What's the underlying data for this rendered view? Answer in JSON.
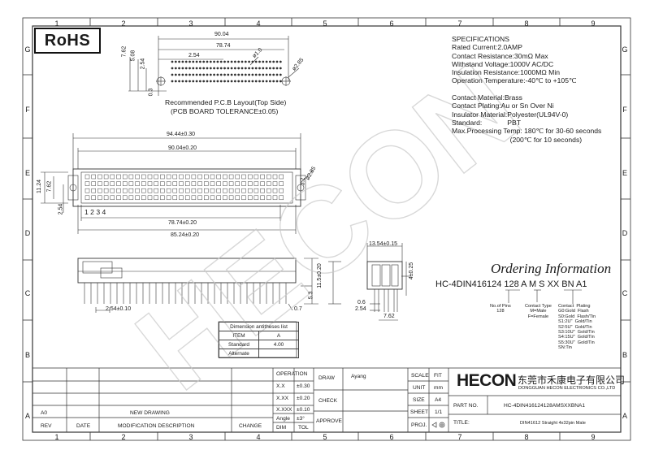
{
  "zones": {
    "columns": [
      "1",
      "2",
      "3",
      "4",
      "5",
      "6",
      "7",
      "8",
      "9"
    ],
    "rows": [
      "G",
      "F",
      "E",
      "D",
      "C",
      "B",
      "A"
    ]
  },
  "rohs_label": "RoHS",
  "watermark": "HECON",
  "specifications": [
    "SPECIFICATIONS",
    "Rated Current:2.0AMP",
    "Contact Resistance:30mΩ Max",
    "Withstand Voltage:1000V AC/DC",
    "Insulation Resistance:1000MΩ Min",
    "Operation Temperature:-40℃ to +105℃",
    "",
    "Contact Material:Brass",
    "Contact Plating:Au or Sn Over Ni",
    "Insulator Material:Polyester(UL94V-0)",
    "Standard:             PBT",
    "Max.Processing Temp: 180℃ for 30-60 seconds",
    "                              (200℃ for 10 seconds)"
  ],
  "pcb_layout": {
    "caption_line1": "Recommended P.C.B Layout(Top Side)",
    "caption_line2": "(PCB BOARD TOLERANCE±0.05)",
    "dim_width_outer": "90.04",
    "dim_width_inner": "78.74",
    "dim_pitch": "2.54",
    "dim_rows_a": "7.62",
    "dim_rows_b": "5.08",
    "dim_rows_c": "2.54",
    "dim_offset": "0.3",
    "dim_hole": "ø1.0",
    "dim_mount": "ø2.85"
  },
  "top_view": {
    "dim_overall": "94.44±0.30",
    "dim_mount_span": "90.04±0.20",
    "dim_height_a": "11.24",
    "dim_height_b": "7.62",
    "dim_offset": "2.54",
    "pin_numbers": "1 2 3 4",
    "dim_mount_hole": "ø2.85",
    "dim_pin_span": "78.74±0.20",
    "dim_body": "85.24±0.20",
    "dim_hole_small": "3.2"
  },
  "side_view": {
    "dim_pitch": "2.54±0.10",
    "dim_height": "11.5±0.20",
    "dim_tail": "5.3",
    "dim_pin": "0.7"
  },
  "end_view": {
    "dim_width": "13.54±0.15",
    "dim_height": "4±0.25",
    "dim_pin": "0.6",
    "dim_pitch": "2.54",
    "dim_row": "7.62"
  },
  "ordering": {
    "title": "Ordering Information",
    "code": "HC-4DIN416124 128 A M S XX BN A1",
    "legend_pins": "No.of Pins\n128",
    "legend_type": "Contact Type\nM=Male\nF=Female",
    "legend_plating": "Contact  Plating\nG0:Gold  Flash\nS0:Gold  Flash/Tin\nS1:2U\"  Gold/Tin\nS2:5U\"  Gold/Tin\nS3:10U\"  Gold/Tin\nS4:15U\"  Gold/Tin\nS5:30U\"  Gold/Tin\nSN:Tin"
  },
  "dimension_table": {
    "title": "Dimension antitheses list",
    "rows": [
      [
        "ITEM",
        "A"
      ],
      [
        "Standard",
        "4.00"
      ],
      [
        "Alternate",
        ""
      ]
    ]
  },
  "title_block": {
    "operation": "OPERATION",
    "tolerances": [
      [
        "X.X",
        "±0.30"
      ],
      [
        "X.XX",
        "±0.20"
      ],
      [
        "X.XXX",
        "±0.10"
      ],
      [
        "Angle",
        "±3°"
      ]
    ],
    "dim": "DIM",
    "tol": "TOL",
    "draw": "DRAW",
    "draw_name": "Ayang",
    "check": "CHECK",
    "approve": "APPROVE",
    "scale": "SCALE",
    "scale_value": "FIT",
    "unit": "UNIT",
    "unit_value": "mm",
    "size": "SIZE",
    "size_value": "A4",
    "sheet": "SHEET",
    "sheet_value": "1/1",
    "proj": "PROJ.",
    "company_logo": "HECON",
    "company_cn": "东莞市禾康电子有限公司",
    "company_en": "DONGGUAN HECON ELECTRONICS CO.,LTD",
    "part_no_label": "PART  NO.",
    "part_no": "HC-4DIN416124128AMSXXBNA1",
    "title_label": "TITLE:",
    "title": "DIN41612  Straight  4x32pin  Male",
    "rev_header": "REV",
    "date_header": "DATE",
    "mod_header": "MODIFICATION  DESCRIPTION",
    "change_header": "CHANGE",
    "rev_a": "A0",
    "rev_a_desc": "NEW  DRAWING"
  }
}
